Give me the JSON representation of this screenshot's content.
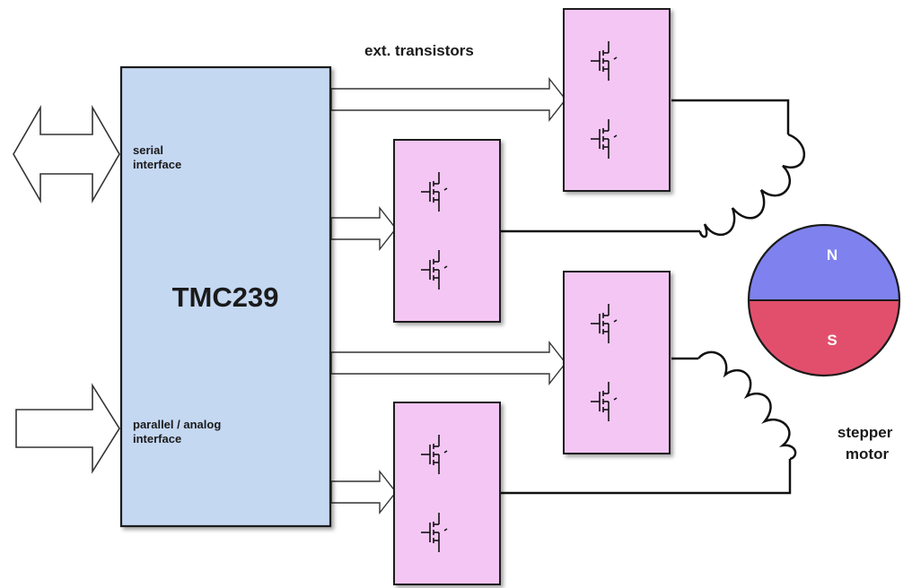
{
  "diagram": {
    "controller": {
      "title": "TMC239",
      "serial_label": [
        "serial",
        "interface"
      ],
      "parallel_label": [
        "parallel / analog",
        "interface"
      ]
    },
    "transistors_label": "ext. transistors",
    "motor": {
      "north": "N",
      "south": "S",
      "label": [
        "stepper",
        "motor"
      ]
    },
    "colors": {
      "controller_fill": "#c5d8f2",
      "driver_fill": "#f4c6f4",
      "north_fill": "#7f82ee",
      "south_fill": "#e24f6c",
      "arrow_fill": "#ffffff",
      "stroke": "#1a1a1a"
    }
  }
}
